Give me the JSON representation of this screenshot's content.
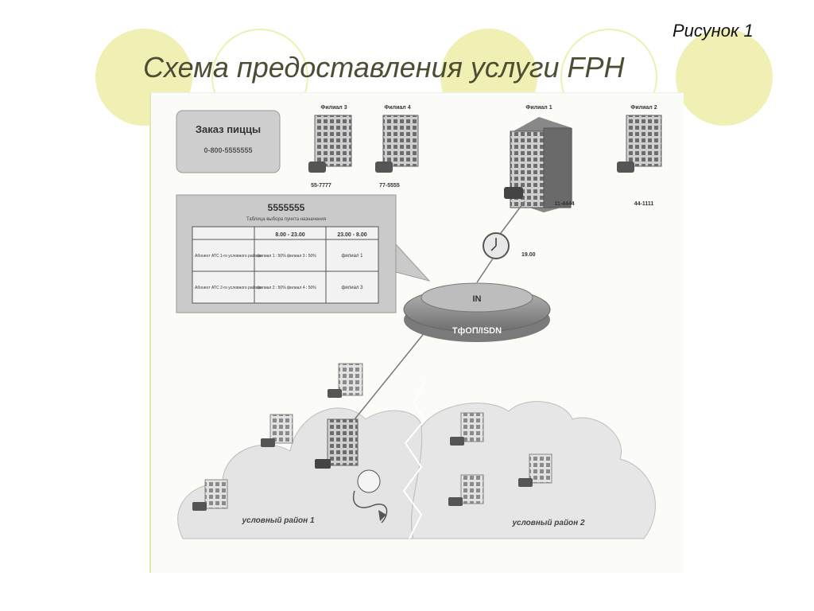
{
  "slide": {
    "figure_label": "Рисунок 1",
    "title": "Схема предоставления услуги FPH"
  },
  "diagram": {
    "order_box": {
      "title": "Заказ пиццы",
      "phone": "0-800-5555555"
    },
    "buildings": [
      {
        "name": "Филиал 3",
        "number": "55-7777"
      },
      {
        "name": "Филиал 4",
        "number": "77-5555"
      },
      {
        "name": "Филиал 1",
        "number": "11-4444"
      },
      {
        "name": "Филиал 2",
        "number": "44-1111"
      }
    ],
    "routing_panel": {
      "title": "5555555",
      "subtitle": "Таблица выбора пункта назначения",
      "columns": [
        "",
        "8.00 - 23.00",
        "23.00 - 8.00"
      ],
      "rows": [
        {
          "label": "Абонент АТС 1-го условного района",
          "day": "филиал 1 : 50% филиал 3 : 50%",
          "night": "филиал 1"
        },
        {
          "label": "Абонент АТС 2-го условного района",
          "day": "филиал 2 : 50% филиал 4 : 50%",
          "night": "филиал 3"
        }
      ]
    },
    "clock_label": "19.00",
    "network": {
      "in_label": "IN",
      "network_label": "ТфОП/ISDN"
    },
    "regions": [
      {
        "label": "условный район 1"
      },
      {
        "label": "условный район 2"
      }
    ],
    "colors": {
      "accent_circle": "#f0f0b4",
      "title_text": "#4d4d33",
      "diagram_gray": "#9a9a9a",
      "cloud_fill": "#e4e4e4"
    }
  }
}
